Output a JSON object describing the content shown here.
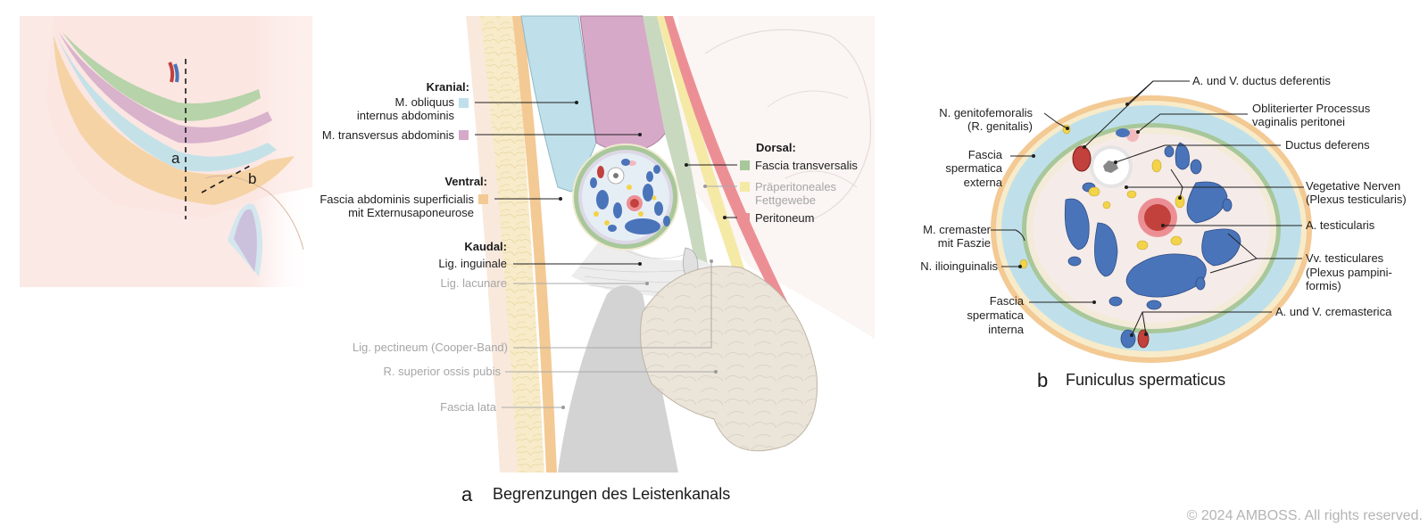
{
  "colors": {
    "obliquus_internus": "#bfe0ea",
    "transversus": "#d7a9c8",
    "fascia_superficialis": "#f3c994",
    "fascia_transversalis": "#a8c79a",
    "praeperitoneal_fett": "#f5e9a6",
    "peritoneum": "#ec8f95",
    "vein": "#4a74b9",
    "artery": "#c2413c",
    "nerve": "#f3d34a"
  },
  "overview": {
    "label_a": "a",
    "label_b": "b"
  },
  "panel_a": {
    "caption_letter": "a",
    "caption_text": "Begrenzungen des Leistenkanals",
    "headings": {
      "kranial": "Kranial:",
      "ventral": "Ventral:",
      "kaudal": "Kaudal:",
      "dorsal": "Dorsal:"
    },
    "labels": {
      "obliquus_1": "M. obliquus",
      "obliquus_2": "internus abdominis",
      "transversus": "M. transversus abdominis",
      "fascia_sup_1": "Fascia abdominis superficialis",
      "fascia_sup_2": "mit Externusaponeurose",
      "lig_inguinale": "Lig. inguinale",
      "lig_lacunare": "Lig. lacunare",
      "lig_pectineum": "Lig. pectineum (Cooper-Band)",
      "r_superior": "R. superior ossis pubis",
      "fascia_lata": "Fascia lata",
      "fascia_transversalis": "Fascia transversalis",
      "praeperitoneal_1": "Präperitoneales",
      "praeperitoneal_2": "Fettgewebe",
      "peritoneum": "Peritoneum"
    }
  },
  "panel_b": {
    "caption_letter": "b",
    "caption_text": "Funiculus spermaticus",
    "labels": {
      "n_genito_1": "N. genitofemoralis",
      "n_genito_2": "(R. genitalis)",
      "fascia_ext_1": "Fascia",
      "fascia_ext_2": "spermatica",
      "fascia_ext_3": "externa",
      "cremaster_1": "M. cremaster",
      "cremaster_2": "mit Faszie",
      "n_ilio": "N. ilioinguinalis",
      "fascia_int_1": "Fascia",
      "fascia_int_2": "spermatica",
      "fascia_int_3": "interna",
      "a_v_ductus": "A. und V. ductus deferentis",
      "processus_1": "Obliterierter Processus",
      "processus_2": "vaginalis peritonei",
      "ductus": "Ductus deferens",
      "nerven_1": "Vegetative Nerven",
      "nerven_2": "(Plexus testicularis)",
      "a_testicularis": "A. testicularis",
      "vv_1": "Vv. testiculares",
      "vv_2": "(Plexus pampini-",
      "vv_3": "formis)",
      "a_v_cremasterica": "A. und V. cremasterica"
    }
  },
  "copyright": "© 2024 AMBOSS. All rights reserved."
}
